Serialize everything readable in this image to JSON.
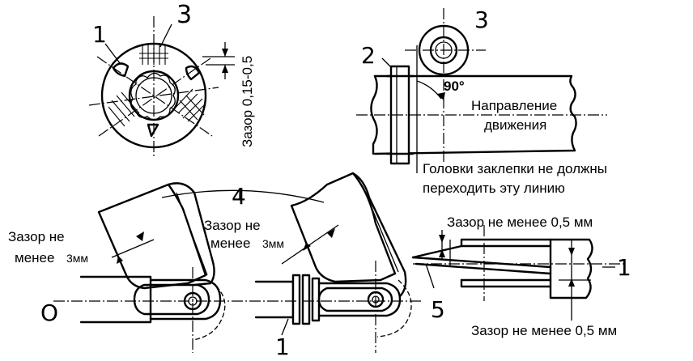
{
  "labels": {
    "gap_015_05": "Зазор 0,15-0,5",
    "angle_90": "90°",
    "direction_line1": "Направление",
    "direction_line2": "движения",
    "rivet_line1": "Головки заклепки  не должны",
    "rivet_line2": "переходить  эту линию",
    "gap_left_line1": "Зазор не",
    "gap_left_line2": "менее",
    "gap_left_value": "3мм",
    "gap_mid_line1": "Зазор не",
    "gap_mid_line2": "менее",
    "gap_mid_value": "3мм",
    "gap_right_top": "Зазор не менее 0,5 мм",
    "gap_right_bottom": "Зазор не менее 0,5 мм"
  },
  "callouts": {
    "n1_top": "1",
    "n3_top": "3",
    "n2": "2",
    "n3_right": "3",
    "n4": "4",
    "n1_bottom_mid": "1",
    "n1_right": "1",
    "n5": "5",
    "o_left": "O"
  }
}
